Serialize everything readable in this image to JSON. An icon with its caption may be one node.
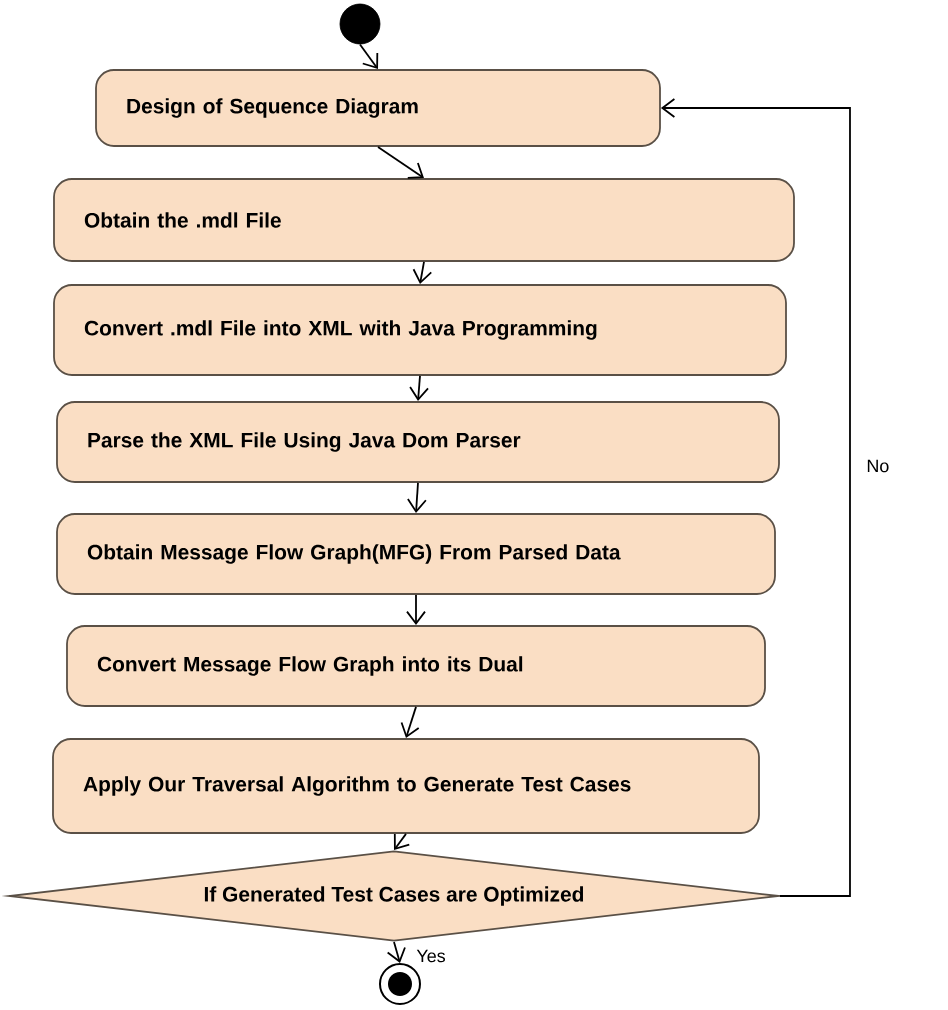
{
  "diagram": {
    "nodes": [
      {
        "text": [],
        "shape": "circle"
      },
      {
        "text": [
          "Design of Sequence Diagram"
        ]
      },
      {
        "text": [
          "Obtain the .mdl File"
        ]
      },
      {
        "text": [
          "Convert .mdl File into XML with Java Programming"
        ]
      },
      {
        "text": [
          "Parse the XML File Using Java Dom Parser"
        ]
      },
      {
        "text": [
          "Obtain Message Flow Graph(MFG) From Parsed Data"
        ]
      },
      {
        "text": [
          "Convert Message Flow Graph into its Dual"
        ]
      },
      {
        "text": [
          "Apply Our Traversal Algorithm to Generate Test Cases"
        ]
      },
      {
        "text": [
          "If Generated Test Cases are Optimized"
        ]
      },
      {
        "text": [],
        "shape": "circle"
      }
    ],
    "edges": [
      {
        "from": 0,
        "to": 1,
        "arrow": "to"
      },
      {
        "from": 1,
        "to": 2,
        "arrow": "to"
      },
      {
        "from": 2,
        "to": 3,
        "arrow": "to"
      },
      {
        "from": 3,
        "to": 4,
        "arrow": "to"
      },
      {
        "from": 4,
        "to": 5,
        "arrow": "to"
      },
      {
        "from": 5,
        "to": 6,
        "arrow": "to"
      },
      {
        "from": 6,
        "to": 7,
        "arrow": "to"
      },
      {
        "from": 7,
        "to": 8,
        "arrow": "to"
      },
      {
        "from": 8,
        "to": 9,
        "arrow": "to",
        "label": "Yes"
      },
      {
        "from": 8,
        "to": 1,
        "arrow": "to",
        "label": "No"
      }
    ]
  }
}
